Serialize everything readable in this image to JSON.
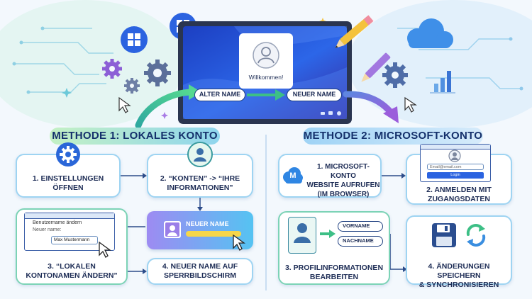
{
  "screen": {
    "welcome": "Willkommen!",
    "old_name": "ALTER NAME",
    "new_name": "NEUER NAME"
  },
  "method1": {
    "heading": "METHODE 1: LOKALES KONTO",
    "step1": {
      "line1": "1. EINSTELLUNGEN",
      "line2": "ÖFFNEN"
    },
    "step2": {
      "line1": "2. “KONTEN” -> “IHRE",
      "line2": "INFORMATIONEN”"
    },
    "step3": {
      "line1": "3. “LOKALEN",
      "line2": "KONTONAMEN ÄNDERN”",
      "dialog_title": "Benutzername ändern",
      "dialog_label": "Neuer name:",
      "dialog_value": "Max Mustermann"
    },
    "lockscreen": {
      "label": "NEUER NAME"
    },
    "step4": {
      "line1": "4. NEUER NAME AUF",
      "line2": "SPERRBILDSCHIRM"
    }
  },
  "method2": {
    "heading": "METHODE 2: MICROSOFT-KONTO",
    "step1": {
      "line1": "1. MICROSOFT-KONTO",
      "line2": "WEBSITE AUFRUFEN",
      "line3": "(IM BROWSER)",
      "logo_letter": "M"
    },
    "step2": {
      "line1": "2. ANMELDEN MIT",
      "line2": "ZUGANGSDATEN",
      "email_placeholder": "Email@email.com",
      "login_label": "Login"
    },
    "step3": {
      "line1": "3. PROFILINFORMATIONEN",
      "line2": "BEARBEITEN",
      "field1": "VORNAME",
      "field2": "NACHNAME"
    },
    "step4": {
      "line1": "4. ÄNDERUNGEN SPEICHERN",
      "line2": "& SYNCHRONISIEREN"
    }
  },
  "colors": {
    "method1_accent": "#8fe0a0",
    "method2_accent": "#8fc9f0",
    "screen_blue": "#1f4bd0",
    "navy": "#14306b",
    "arrow_green": "#3dbf86",
    "arrow_purple": "#8a5ad8"
  }
}
